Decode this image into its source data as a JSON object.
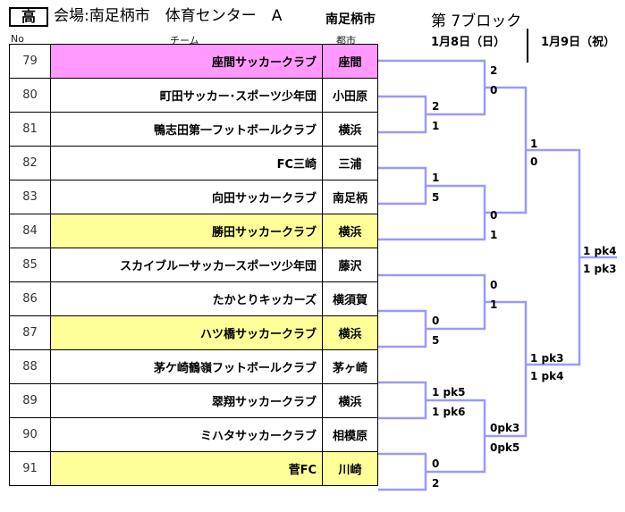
{
  "header": {
    "badge": "高",
    "venue": "会場:南足柄市　体育センター　A",
    "venue_city": "南足柄市",
    "block": "第 7ブロック",
    "date_round1": "1月8日（日）",
    "date_round2": "1月9日（祝）",
    "col_no": "No",
    "col_team": "チーム",
    "col_city": "都市"
  },
  "colors": {
    "highlight_pink": "#ff99ff",
    "highlight_yellow": "#ffff99",
    "bracket_line": "#9999ff"
  },
  "teams": [
    {
      "no": "79",
      "name": "座間サッカークラブ",
      "city": "座間",
      "highlight": "pink"
    },
    {
      "no": "80",
      "name": "町田サッカー･スポーツ少年団",
      "city": "小田原",
      "highlight": ""
    },
    {
      "no": "81",
      "name": "鴨志田第一フットボールクラブ",
      "city": "横浜",
      "highlight": ""
    },
    {
      "no": "82",
      "name": "FC三崎",
      "city": "三浦",
      "highlight": ""
    },
    {
      "no": "83",
      "name": "向田サッカークラブ",
      "city": "南足柄",
      "highlight": ""
    },
    {
      "no": "84",
      "name": "勝田サッカークラブ",
      "city": "横浜",
      "highlight": "yellow"
    },
    {
      "no": "85",
      "name": "スカイブルーサッカースポーツ少年団",
      "city": "藤沢",
      "highlight": ""
    },
    {
      "no": "86",
      "name": "たかとりキッカーズ",
      "city": "横須賀",
      "highlight": ""
    },
    {
      "no": "87",
      "name": "ハツ橋サッカークラブ",
      "city": "横浜",
      "highlight": "yellow"
    },
    {
      "no": "88",
      "name": "茅ケ崎鶴嶺フットボールクラブ",
      "city": "茅ヶ崎",
      "highlight": ""
    },
    {
      "no": "89",
      "name": "翠翔サッカークラブ",
      "city": "横浜",
      "highlight": ""
    },
    {
      "no": "90",
      "name": "ミハタサッカークラブ",
      "city": "相模原",
      "highlight": ""
    },
    {
      "no": "91",
      "name": "菅FC",
      "city": "川崎",
      "highlight": "yellow"
    }
  ],
  "scores": {
    "m80_81_top": "2",
    "m80_81_bot": "1",
    "m82_83_top": "1",
    "m82_83_bot": "5",
    "m86_87_top": "0",
    "m86_87_bot": "5",
    "m88_89_top": "1 pk5",
    "m88_89_bot": "1 pk6",
    "m90_91_top": "0",
    "m90_91_bot": "2",
    "r2a_top": "2",
    "r2a_bot": "0",
    "r2b_top": "0",
    "r2b_bot": "1",
    "r2c_top": "0",
    "r2c_bot": "1",
    "r2d_top": "0pk3",
    "r2d_bot": "0pk5",
    "sf1_top": "1",
    "sf1_bot": "0",
    "sf2_top": "1 pk3",
    "sf2_bot": "1 pk4",
    "final_top": "1 pk4",
    "final_bot": "1 pk3"
  }
}
